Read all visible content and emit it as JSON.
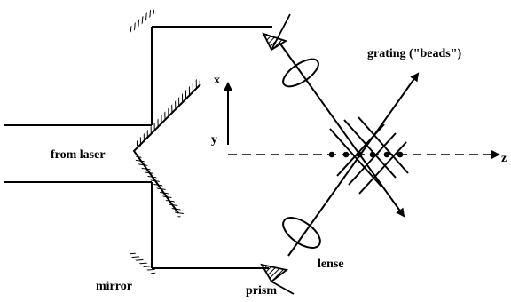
{
  "labels": {
    "grating": "grating (\"beads\")",
    "x_axis": "x",
    "y_axis": "y",
    "z_axis": "z",
    "from_laser": "from laser",
    "mirror": "mirror",
    "prism": "prism",
    "lense": "lense"
  }
}
